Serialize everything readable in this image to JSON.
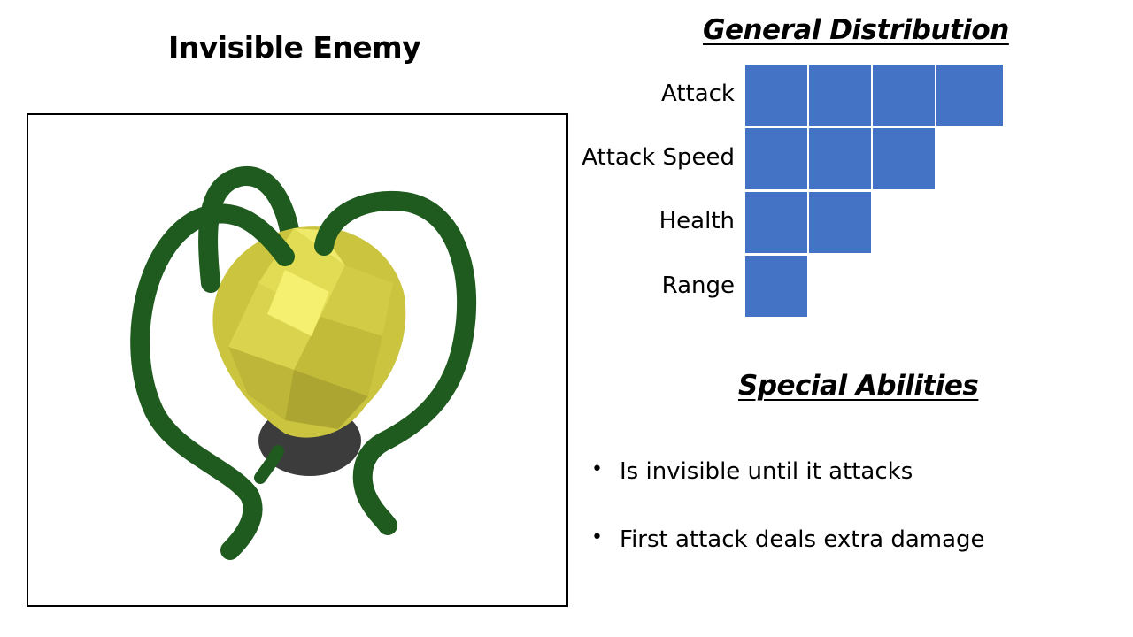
{
  "title": "Invisible Enemy",
  "colors": {
    "bar_fill": "#4472c4",
    "bulb_yellow": "#d9d44a",
    "tentacle_green": "#1f5a1f",
    "base_gray": "#3c3c3c"
  },
  "image": {
    "subject": "lightbulb-creature-icon"
  },
  "distribution": {
    "heading": "General Distribution",
    "stats": [
      {
        "label": "Attack",
        "value": 4
      },
      {
        "label": "Attack Speed",
        "value": 3
      },
      {
        "label": "Health",
        "value": 2
      },
      {
        "label": "Range",
        "value": 1
      }
    ]
  },
  "abilities": {
    "heading": "Special Abilities",
    "bullet_glyph": "•",
    "items": [
      "Is invisible until it attacks",
      "First attack deals extra damage"
    ]
  }
}
